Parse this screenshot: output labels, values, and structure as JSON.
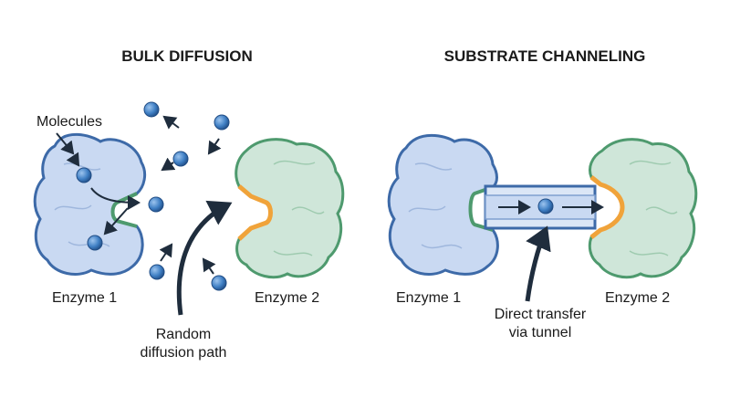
{
  "panels": {
    "left": {
      "title": "BULK DIFFUSION",
      "molecules_label": "Molecules",
      "enzyme1_label": "Enzyme 1",
      "enzyme2_label": "Enzyme 2",
      "path_label_line1": "Random",
      "path_label_line2": "diffusion path"
    },
    "right": {
      "title": "SUBSTRATE CHANNELING",
      "enzyme1_label": "Enzyme 1",
      "enzyme2_label": "Enzyme 2",
      "tunnel_label_line1": "Direct transfer",
      "tunnel_label_line2": "via tunnel"
    }
  },
  "colors": {
    "enzyme1_fill": "#c9d9f2",
    "enzyme1_stroke": "#3d6aa8",
    "enzyme2_fill": "#cfe6d9",
    "enzyme2_stroke": "#4e9a6e",
    "active_site": "#f0a33a",
    "molecule": "#3f7fc4",
    "arrow": "#1f2d3d"
  }
}
